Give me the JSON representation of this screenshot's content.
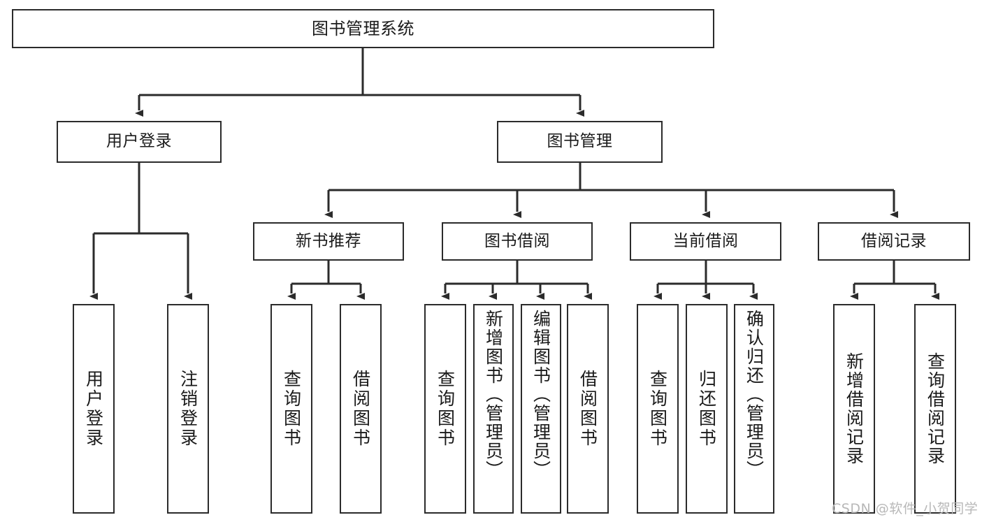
{
  "diagram": {
    "title": "图书管理系统",
    "type": "hierarchy-tree",
    "orientation": "top-down",
    "colors": {
      "node_border": "#2b2b2b",
      "node_fill": "#ffffff",
      "edge": "#2b2b2b",
      "text": "#1a1a1a",
      "watermark": "#b8b8b8",
      "background": "#ffffff"
    }
  },
  "nodes": {
    "root": {
      "label": "图书管理系统",
      "level": 1
    },
    "level2": [
      {
        "id": "user-login",
        "label": "用户登录",
        "level": 2
      },
      {
        "id": "book-manage",
        "label": "图书管理",
        "level": 2
      }
    ],
    "level3": [
      {
        "id": "new-book-recommend",
        "label": "新书推荐",
        "level": 3
      },
      {
        "id": "book-borrow",
        "label": "图书借阅",
        "level": 3
      },
      {
        "id": "current-borrow",
        "label": "当前借阅",
        "level": 3
      },
      {
        "id": "borrow-record",
        "label": "借阅记录",
        "level": 3
      }
    ],
    "leaves": [
      {
        "id": "leaf-user-login",
        "label": "用户登录",
        "parent": "user-login"
      },
      {
        "id": "leaf-logout-login",
        "label": "注销登录",
        "parent": "user-login"
      },
      {
        "id": "leaf-query-book-1",
        "label": "查询图书",
        "parent": "new-book-recommend"
      },
      {
        "id": "leaf-borrow-book-1",
        "label": "借阅图书",
        "parent": "new-book-recommend"
      },
      {
        "id": "leaf-query-book-2",
        "label": "查询图书",
        "parent": "book-borrow"
      },
      {
        "id": "leaf-add-book",
        "label": "新增图书（管理员）",
        "parent": "book-borrow"
      },
      {
        "id": "leaf-edit-book",
        "label": "编辑图书（管理员）",
        "parent": "book-borrow"
      },
      {
        "id": "leaf-borrow-book-2",
        "label": "借阅图书",
        "parent": "book-borrow"
      },
      {
        "id": "leaf-query-book-3",
        "label": "查询图书",
        "parent": "current-borrow"
      },
      {
        "id": "leaf-return-book",
        "label": "归还图书",
        "parent": "current-borrow"
      },
      {
        "id": "leaf-confirm-return",
        "label": "确认归还（管理员）",
        "parent": "current-borrow"
      },
      {
        "id": "leaf-add-record",
        "label": "新增借阅记录",
        "parent": "borrow-record"
      },
      {
        "id": "leaf-query-record",
        "label": "查询借阅记录",
        "parent": "borrow-record"
      }
    ]
  },
  "watermark": {
    "text": "CSDN @软件_小贺同学"
  }
}
